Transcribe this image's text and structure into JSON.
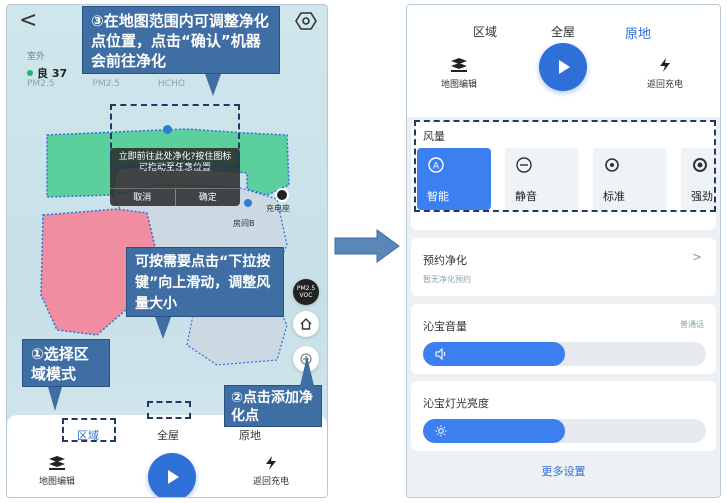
{
  "left": {
    "env": {
      "outdoor_label": "室外",
      "aqi_value": "良 37",
      "labels": [
        "PM2.5",
        "PM2.5",
        "HCHO"
      ]
    },
    "dialog": {
      "message": "立即前往此处净化?按住图标可拖动至任意位置",
      "cancel": "取消",
      "confirm": "确定"
    },
    "map_labels": {
      "charger": "充电座",
      "room": "房间B"
    },
    "side_pm_label": [
      "PM2.5",
      "VOC"
    ],
    "mode_tabs": [
      "区域",
      "全屋",
      "原地"
    ],
    "actions": {
      "map_edit": "地图编辑",
      "return_charge": "返回充电"
    }
  },
  "annotations": {
    "step3": "③在地图范围内可调整净化点位置，点击“确认”机器会前往净化",
    "hint": "可按需要点击“下拉按键”向上滑动，调整风量大小",
    "step1": "①选择区域模式",
    "step2": "②点击添加净化点"
  },
  "right": {
    "mode_tabs": [
      "区域",
      "全屋",
      "原地"
    ],
    "actions": {
      "map_edit": "地图编辑",
      "return_charge": "返回充电"
    },
    "fan": {
      "title": "风量",
      "options": [
        "智能",
        "静音",
        "标准",
        "强劲"
      ]
    },
    "schedule": {
      "title": "预约净化",
      "subtitle": "暂无净化预约",
      "chevron": ">"
    },
    "volume": {
      "title": "沁宝音量",
      "mode": "普通话",
      "level": 0.5
    },
    "light": {
      "title": "沁宝灯光亮度",
      "level": 0.5
    },
    "more": "更多设置"
  },
  "colors": {
    "accent": "#2f6fd8",
    "callout": "#3e6ea3",
    "green_room": "#5bcf9c",
    "pink_room": "#f08da0"
  }
}
